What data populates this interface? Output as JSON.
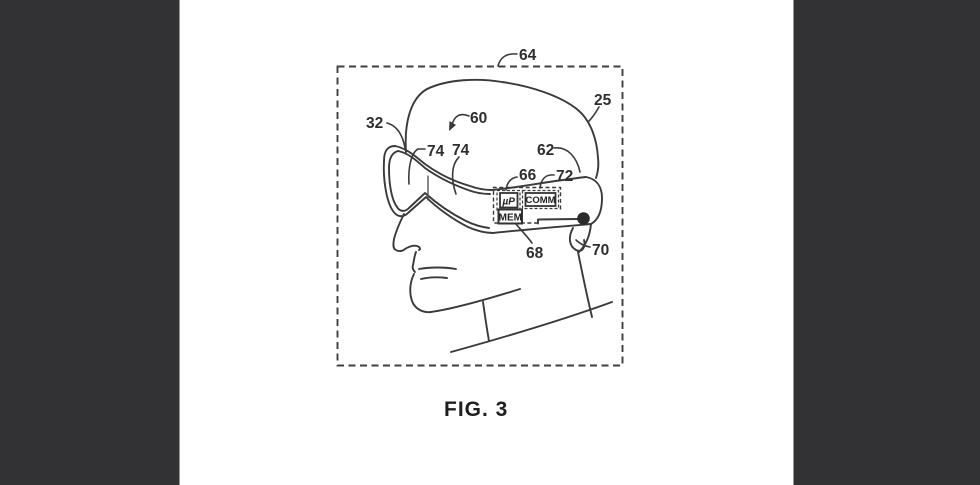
{
  "viewer": {
    "side_panel_color": "#323234",
    "page_background": "#ffffff",
    "divider_color": "#959595",
    "line_color": "#3a3a3a"
  },
  "figure": {
    "caption": "FIG. 3",
    "boxes": {
      "microprocessor": "µP",
      "memory": "MEM",
      "comm": "COMM"
    },
    "labels": {
      "l64": "64",
      "l25": "25",
      "l32": "32",
      "l60": "60",
      "l74a": "74",
      "l74b": "74",
      "l62": "62",
      "l66": "66",
      "l72": "72",
      "l68": "68",
      "l70": "70"
    }
  }
}
